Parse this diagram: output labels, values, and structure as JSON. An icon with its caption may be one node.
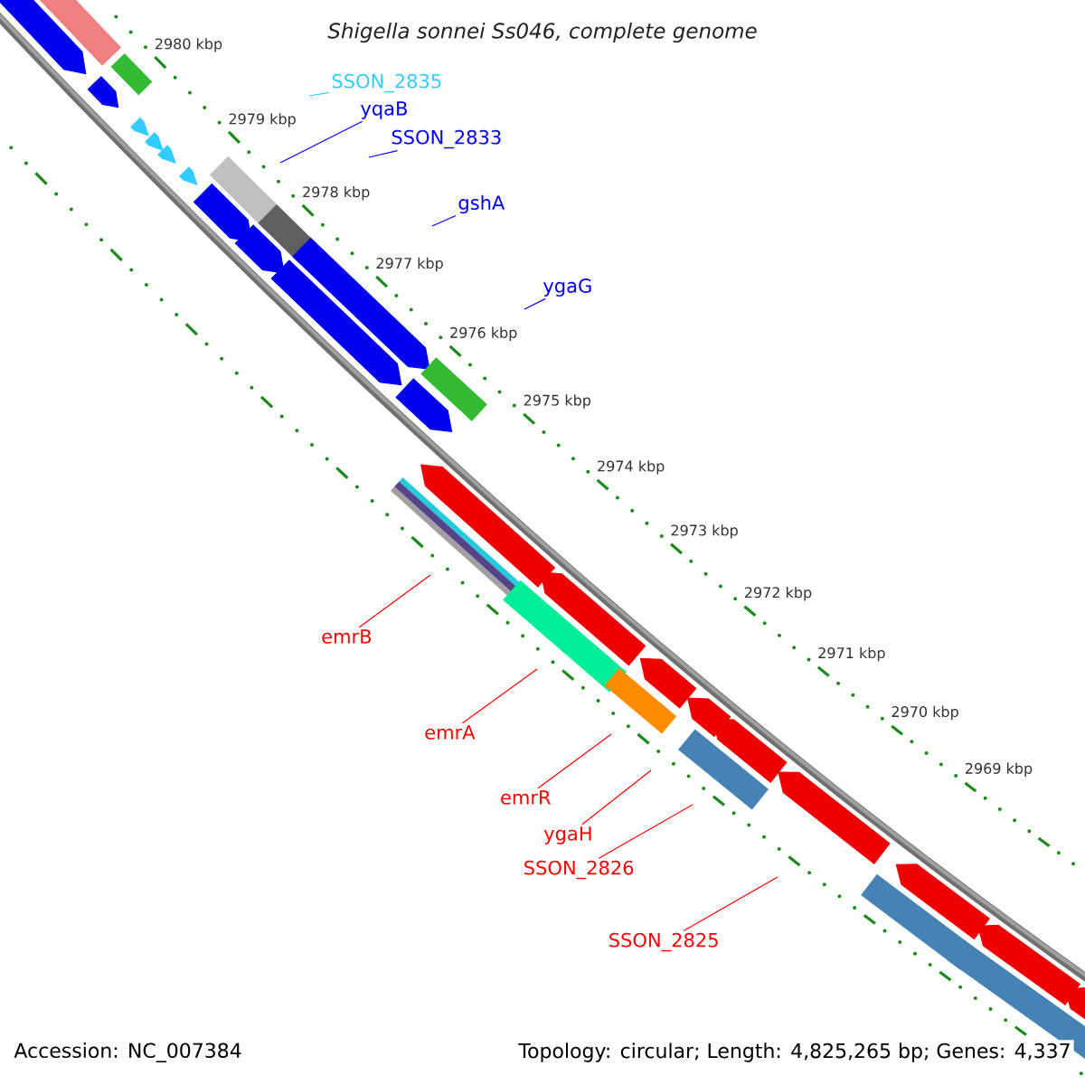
{
  "diagram": {
    "title": "Shigella sonnei Ss046, complete genome",
    "nodes": [
      {
        "text": [
          "SSON_2835"
        ]
      },
      {
        "text": [
          "yqaB"
        ]
      },
      {
        "text": [
          "SSON_2833"
        ]
      },
      {
        "text": [
          "gshA"
        ]
      },
      {
        "text": [
          "ygaG"
        ]
      },
      {
        "text": [
          "emrB"
        ]
      },
      {
        "text": [
          "emrA"
        ]
      },
      {
        "text": [
          "emrR"
        ]
      },
      {
        "text": [
          "ygaH"
        ]
      },
      {
        "text": [
          "SSON_2826"
        ]
      },
      {
        "text": [
          "SSON_2825"
        ]
      }
    ],
    "edges": [
      {
        "from": 0,
        "to": null,
        "arrow": "none",
        "color": "#33ccff"
      },
      {
        "from": 1,
        "to": null,
        "arrow": "none",
        "color": "#0000ff"
      },
      {
        "from": 2,
        "to": null,
        "arrow": "none",
        "color": "#0000ff"
      },
      {
        "from": 3,
        "to": null,
        "arrow": "none",
        "color": "#0000ff"
      },
      {
        "from": 4,
        "to": null,
        "arrow": "none",
        "color": "#0000ff"
      },
      {
        "from": 5,
        "to": null,
        "arrow": "none"
      },
      {
        "from": 6,
        "to": null,
        "arrow": "none"
      },
      {
        "from": 7,
        "to": null,
        "arrow": "none"
      },
      {
        "from": 8,
        "to": null,
        "arrow": "none"
      },
      {
        "from": 9,
        "to": null,
        "arrow": "none"
      },
      {
        "from": 10,
        "to": null,
        "arrow": "none"
      }
    ],
    "labels": [
      "2980 kbp",
      "2979 kbp",
      "2978 kbp",
      "2977 kbp",
      "2976 kbp",
      "2975 kbp",
      "2974 kbp",
      "2973 kbp",
      "2972 kbp",
      "2971 kbp",
      "2970 kbp",
      "2969 kbp",
      "Accession: NC_007384",
      "Topology: circular; Length: 4,825,265 bp; Genes: 4,337"
    ]
  }
}
